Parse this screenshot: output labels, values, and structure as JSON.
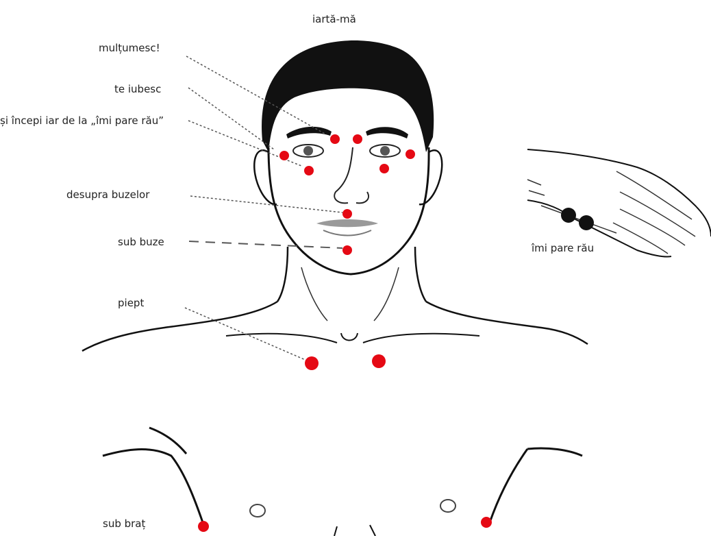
{
  "labels": {
    "top": "iartă-mă",
    "thanks": "mulțumesc!",
    "love": "te iubesc",
    "restart": "și începi iar de la „îmi pare rău”",
    "above_lips": "desupra buzelor",
    "below_lips": "sub buze",
    "chest": "piept",
    "under_arm": "sub braț",
    "hand": "îmi pare rău"
  },
  "colors": {
    "point": "#e50914",
    "line": "#111111",
    "leader": "#555555",
    "bead": "#111111"
  }
}
